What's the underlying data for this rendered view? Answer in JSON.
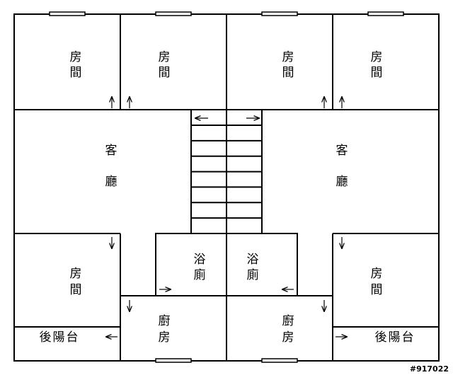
{
  "floorplan": {
    "rooms": {
      "bedroom_tl1": [
        "房",
        "間"
      ],
      "bedroom_tl2": [
        "房",
        "間"
      ],
      "bedroom_tr1": [
        "房",
        "間"
      ],
      "bedroom_tr2": [
        "房",
        "間"
      ],
      "living_left": [
        "客",
        "廳"
      ],
      "living_right": [
        "客",
        "廳"
      ],
      "bathroom_left": [
        "浴",
        "廁"
      ],
      "bathroom_right": [
        "浴",
        "廁"
      ],
      "bedroom_bl": [
        "房",
        "間"
      ],
      "bedroom_br": [
        "房",
        "間"
      ],
      "kitchen_left": [
        "廚",
        "房"
      ],
      "kitchen_right": [
        "廚",
        "房"
      ],
      "balcony_left": "後陽台",
      "balcony_right": "後陽台"
    },
    "stair_steps": 7,
    "code": "#917022",
    "colors": {
      "line": "#000000",
      "background": "#ffffff"
    }
  }
}
